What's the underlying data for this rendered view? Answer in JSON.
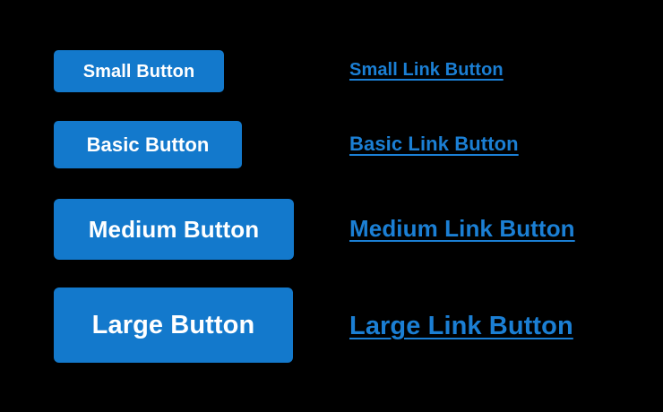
{
  "page": {
    "background_color": "#000000",
    "accent_color": "#1379cc",
    "link_color": "#1b7fd4",
    "button_text_color": "#ffffff"
  },
  "buttons": [
    {
      "size": "small",
      "label": "Small Button"
    },
    {
      "size": "basic",
      "label": "Basic Button"
    },
    {
      "size": "medium",
      "label": "Medium Button"
    },
    {
      "size": "large",
      "label": "Large Button"
    }
  ],
  "link_buttons": [
    {
      "size": "small",
      "label": "Small Link Button"
    },
    {
      "size": "basic",
      "label": "Basic Link Button"
    },
    {
      "size": "medium",
      "label": "Medium Link Button"
    },
    {
      "size": "large",
      "label": "Large Link Button"
    }
  ]
}
